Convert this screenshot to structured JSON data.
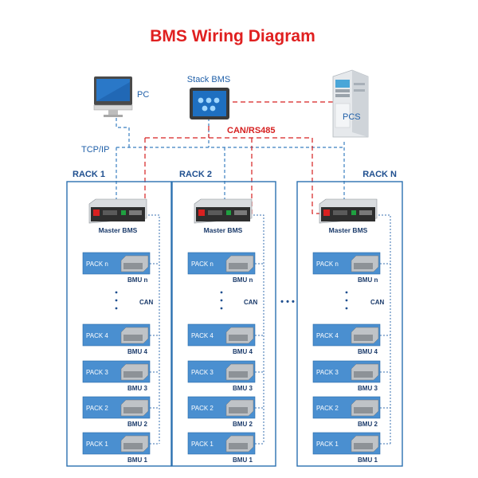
{
  "title": "BMS Wiring Diagram",
  "labels": {
    "pc": "PC",
    "stack_bms": "Stack BMS",
    "pcs": "PCS",
    "tcp_ip": "TCP/IP",
    "can_rs485": "CAN/RS485",
    "master_bms": "Master BMS",
    "can": "CAN",
    "between_racks": "• • •"
  },
  "racks": [
    {
      "name": "RACK 1",
      "packs": [
        {
          "pack": "PACK  n",
          "bmu": "BMU  n"
        },
        {
          "pack": "PACK  4",
          "bmu": "BMU  4"
        },
        {
          "pack": "PACK  3",
          "bmu": "BMU  3"
        },
        {
          "pack": "PACK  2",
          "bmu": "BMU  2"
        },
        {
          "pack": "PACK  1",
          "bmu": "BMU  1"
        }
      ]
    },
    {
      "name": "RACK 2",
      "packs": [
        {
          "pack": "PACK  n",
          "bmu": "BMU  n"
        },
        {
          "pack": "PACK  4",
          "bmu": "BMU  4"
        },
        {
          "pack": "PACK  3",
          "bmu": "BMU  3"
        },
        {
          "pack": "PACK  2",
          "bmu": "BMU  2"
        },
        {
          "pack": "PACK  1",
          "bmu": "BMU  1"
        }
      ]
    },
    {
      "name": "RACK N",
      "packs": [
        {
          "pack": "PACK  n",
          "bmu": "BMU  n"
        },
        {
          "pack": "PACK  4",
          "bmu": "BMU  4"
        },
        {
          "pack": "PACK  3",
          "bmu": "BMU  3"
        },
        {
          "pack": "PACK  2",
          "bmu": "BMU  2"
        },
        {
          "pack": "PACK  1",
          "bmu": "BMU  1"
        }
      ]
    }
  ],
  "colors": {
    "title": "#e02020",
    "rack_border": "#2a70b0",
    "pack_fill": "#4a8fd0",
    "tcp_line": "#3a7fc0",
    "can_rs485_line": "#d62020",
    "can_bus_line": "#3a70b0"
  },
  "icons": {
    "pc": "monitor-icon",
    "stack_bms": "touchscreen-panel-icon",
    "pcs": "power-cabinet-icon",
    "master_bms": "rack-controller-icon",
    "bmu": "bmu-module-icon"
  }
}
